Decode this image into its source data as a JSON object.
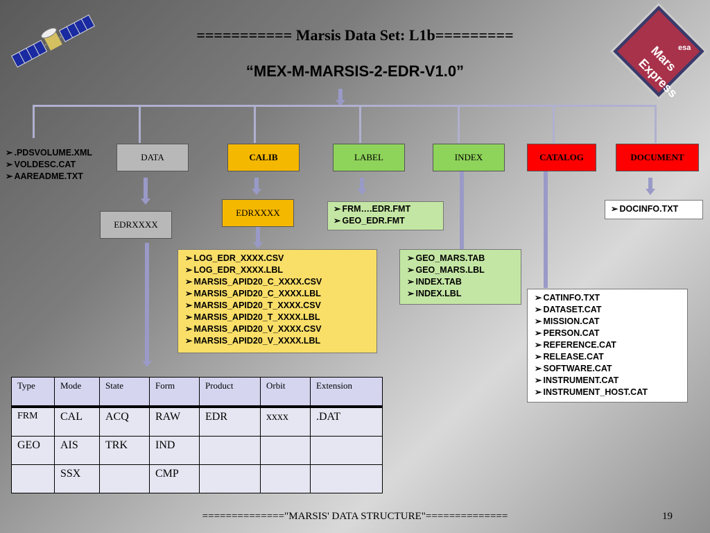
{
  "title": "=========== Marsis Data Set: L1b=========",
  "subtitle": "“MEX-M-MARSIS-2-EDR-V1.0”",
  "logo": {
    "line1": "Mars",
    "line2": "Express",
    "esa": "esa"
  },
  "root_files": [
    ".PDSVOLUME.XML",
    "VOLDESC.CAT",
    "AAREADME.TXT"
  ],
  "folders": {
    "data": "DATA",
    "calib": "CALIB",
    "label": "LABEL",
    "index": "INDEX",
    "catalog": "CATALOG",
    "document": "DOCUMENT"
  },
  "sub": {
    "data_edr": "EDRXXXX",
    "calib_edr": "EDRXXXX"
  },
  "label_files": [
    "FRM….EDR.FMT",
    "GEO_EDR.FMT"
  ],
  "document_files": [
    "DOCINFO.TXT"
  ],
  "calib_files": [
    "LOG_EDR_XXXX.CSV",
    "LOG_EDR_XXXX.LBL",
    "MARSIS_APID20_C_XXXX.CSV",
    "MARSIS_APID20_C_XXXX.LBL",
    "MARSIS_APID20_T_XXXX.CSV",
    "MARSIS_APID20_T_XXXX.LBL",
    "MARSIS_APID20_V_XXXX.CSV",
    "MARSIS_APID20_V_XXXX.LBL"
  ],
  "index_files": [
    "GEO_MARS.TAB",
    "GEO_MARS.LBL",
    "INDEX.TAB",
    "INDEX.LBL"
  ],
  "catalog_files": [
    "CATINFO.TXT",
    "DATASET.CAT",
    "MISSION.CAT",
    "PERSON.CAT",
    "REFERENCE.CAT",
    "RELEASE.CAT",
    "SOFTWARE.CAT",
    "INSTRUMENT.CAT",
    "INSTRUMENT_HOST.CAT"
  ],
  "table": {
    "headers": [
      "Type",
      "Mode",
      "State",
      "Form",
      "Product",
      "Orbit",
      "Extension"
    ],
    "rows": [
      [
        "FRM",
        "CAL",
        "ACQ",
        "RAW",
        "EDR",
        "xxxx",
        ".DAT"
      ],
      [
        "GEO",
        "AIS",
        "TRK",
        "IND",
        "",
        "",
        ""
      ],
      [
        "",
        "SSX",
        "",
        "CMP",
        "",
        "",
        ""
      ]
    ]
  },
  "footer": "==============\"MARSIS' DATA STRUCTURE\"==============",
  "page_number": "19"
}
